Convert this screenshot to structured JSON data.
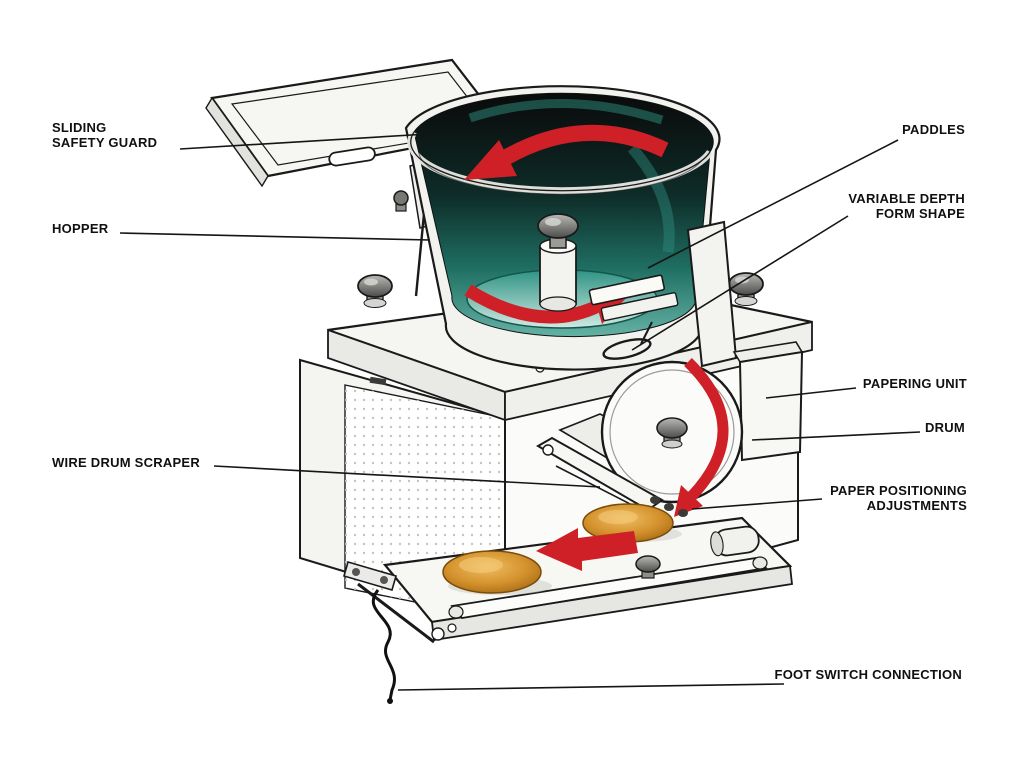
{
  "figure": {
    "type": "technical-diagram",
    "subject": "dough moulding / forming machine cutaway illustration",
    "background": "#ffffff",
    "colors": {
      "outline": "#1a1a1a",
      "arrow_red": "#cf2027",
      "bowl_teal": "#2e8f80",
      "bowl_teal_light": "#cfe9e2",
      "patty_orange": "#d3912c",
      "patty_shadow": "#8a5a10",
      "machine_white": "#f5f5f2",
      "knob_gray": "#4c4c4a"
    },
    "labels": [
      {
        "id": "sliding-safety-guard",
        "lines": [
          "SLIDING",
          "SAFETY GUARD"
        ]
      },
      {
        "id": "hopper",
        "lines": [
          "HOPPER"
        ]
      },
      {
        "id": "paddles",
        "lines": [
          "PADDLES"
        ]
      },
      {
        "id": "variable-depth-form-shape",
        "lines": [
          "VARIABLE DEPTH",
          "FORM SHAPE"
        ]
      },
      {
        "id": "papering-unit",
        "lines": [
          "PAPERING UNIT"
        ]
      },
      {
        "id": "drum",
        "lines": [
          "DRUM"
        ]
      },
      {
        "id": "wire-drum-scraper",
        "lines": [
          "WIRE DRUM SCRAPER"
        ]
      },
      {
        "id": "paper-positioning-adjustments",
        "lines": [
          "PAPER POSITIONING",
          "ADJUSTMENTS"
        ]
      },
      {
        "id": "foot-switch-connection",
        "lines": [
          "FOOT SWITCH CONNECTION"
        ]
      }
    ]
  }
}
